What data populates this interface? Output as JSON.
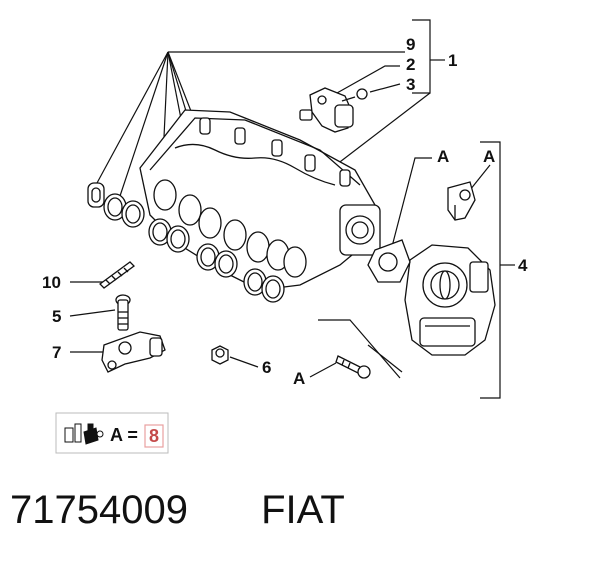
{
  "callouts": {
    "c9": "9",
    "c2": "2",
    "c3": "3",
    "c1": "1",
    "c4": "4",
    "c10": "10",
    "c5": "5",
    "c7": "7",
    "c6": "6",
    "cA_bracket": "A",
    "cA_top": "A",
    "cA_bolt": "A"
  },
  "legend": {
    "label": "A =",
    "value": "8"
  },
  "footer": {
    "part_number": "71754009",
    "brand": "FIAT"
  },
  "colors": {
    "line": "#111111",
    "legend_value": "#c44a4a",
    "legend_border": "#e8a0a0"
  }
}
